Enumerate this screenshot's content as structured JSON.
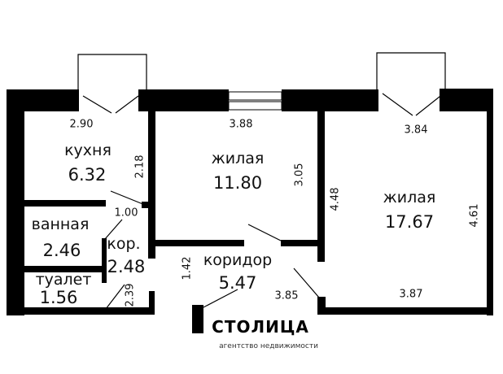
{
  "rooms": {
    "kitchen": {
      "label": "кухня",
      "area": "6.32",
      "width": "2.90",
      "depth": "2.18"
    },
    "living1": {
      "label": "жилая",
      "area": "11.80",
      "width": "3.88",
      "depth": "3.05"
    },
    "living2": {
      "label": "жилая",
      "area": "17.67",
      "width": "3.84",
      "depth": "4.61",
      "width_bottom": "3.87",
      "side": "4.48"
    },
    "bathroom": {
      "label": "ванная",
      "area": "2.46",
      "dim": "1.00"
    },
    "hall_small": {
      "label": "кор.",
      "area": "2.48",
      "dim": "2.39"
    },
    "toilet": {
      "label": "туалет",
      "area": "1.56"
    },
    "corridor": {
      "label": "коридор",
      "area": "5.47",
      "depth": "1.42",
      "width": "3.85"
    }
  },
  "watermark": {
    "text": "СТОЛИЦА",
    "subtitle": "агентство недвижимости"
  },
  "colors": {
    "wall": "#000000",
    "background": "#ffffff"
  }
}
